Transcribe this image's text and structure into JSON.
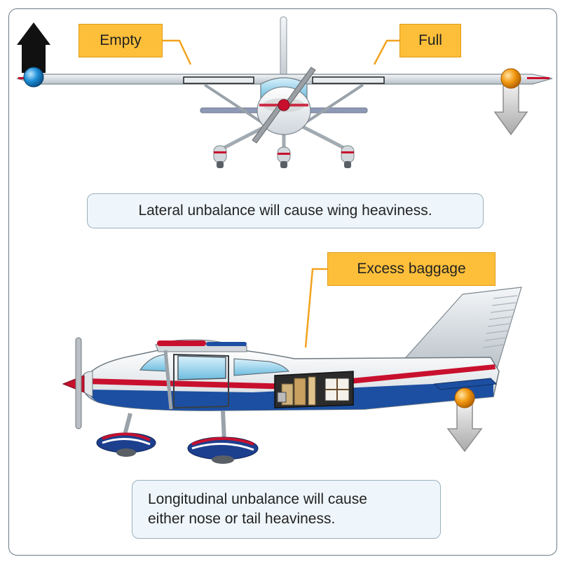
{
  "callouts": {
    "empty": "Empty",
    "full": "Full",
    "excess_baggage": "Excess baggage"
  },
  "captions": {
    "lateral": "Lateral unbalance will cause wing heaviness.",
    "longitudinal_line1": "Longitudinal unbalance will cause",
    "longitudinal_line2": "either nose or tail heaviness."
  },
  "colors": {
    "callout_fill": "#fdbf3a",
    "caption_fill": "#eef6fb",
    "stripe_red": "#c8102e",
    "stripe_blue": "#1c4fa1",
    "arrow_up": "#111111",
    "arrow_down": "#c9c9c9",
    "weight_light": "#1e90d8",
    "weight_heavy": "#f39a12"
  }
}
